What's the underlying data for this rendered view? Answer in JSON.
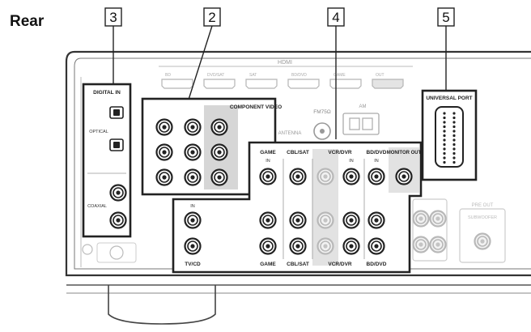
{
  "heading": "Rear",
  "callouts": [
    "3",
    "2",
    "4",
    "5"
  ],
  "hdmi": {
    "title": "HDMI",
    "ports": [
      "BD",
      "DVD/SAT",
      "SAT",
      "BD/DVD",
      "GAME",
      "OUT"
    ]
  },
  "sections": {
    "digital_in": "DIGITAL IN",
    "optical": "OPTICAL",
    "coaxial": "COAXIAL",
    "component": "COMPONENT VIDEO",
    "fm": "FM75Ω",
    "am": "AM",
    "antenna": "ANTENNA",
    "universal_port": "UNIVERSAL PORT",
    "monitor_out": "MONITOR OUT",
    "in": "IN",
    "pre_out": "PRE OUT",
    "subwoofer": "SUBWOOFER"
  },
  "groups": {
    "game": "GAME",
    "cbl_sat": "CBL/SAT",
    "vcr_dvr": "VCR/DVR",
    "bd_dvd": "BD/DVD",
    "tv_cd": "TV/CD"
  }
}
